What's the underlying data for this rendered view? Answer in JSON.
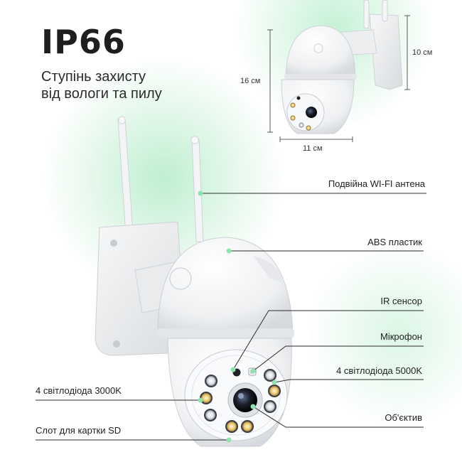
{
  "title": "IP66",
  "subtitle_lines": [
    "Ступінь захисту",
    "від вологи та пилу"
  ],
  "dimensions": {
    "height": "16 см",
    "depth": "10 см",
    "width": "11 см"
  },
  "callouts": {
    "antenna": "Подвійна WI-FI антена",
    "abs": "ABS пластик",
    "ir_sensor": "IR сенсор",
    "microphone": "Мікрофон",
    "leds_5000k": "4 світлодіода 5000K",
    "leds_3000k": "4 світлодіода 3000K",
    "lens": "Об'єктив",
    "sd_slot": "Слот для картки SD"
  },
  "colors": {
    "accent_green": "#8fe3b0",
    "line": "#2b2b2b",
    "text": "#222222"
  }
}
